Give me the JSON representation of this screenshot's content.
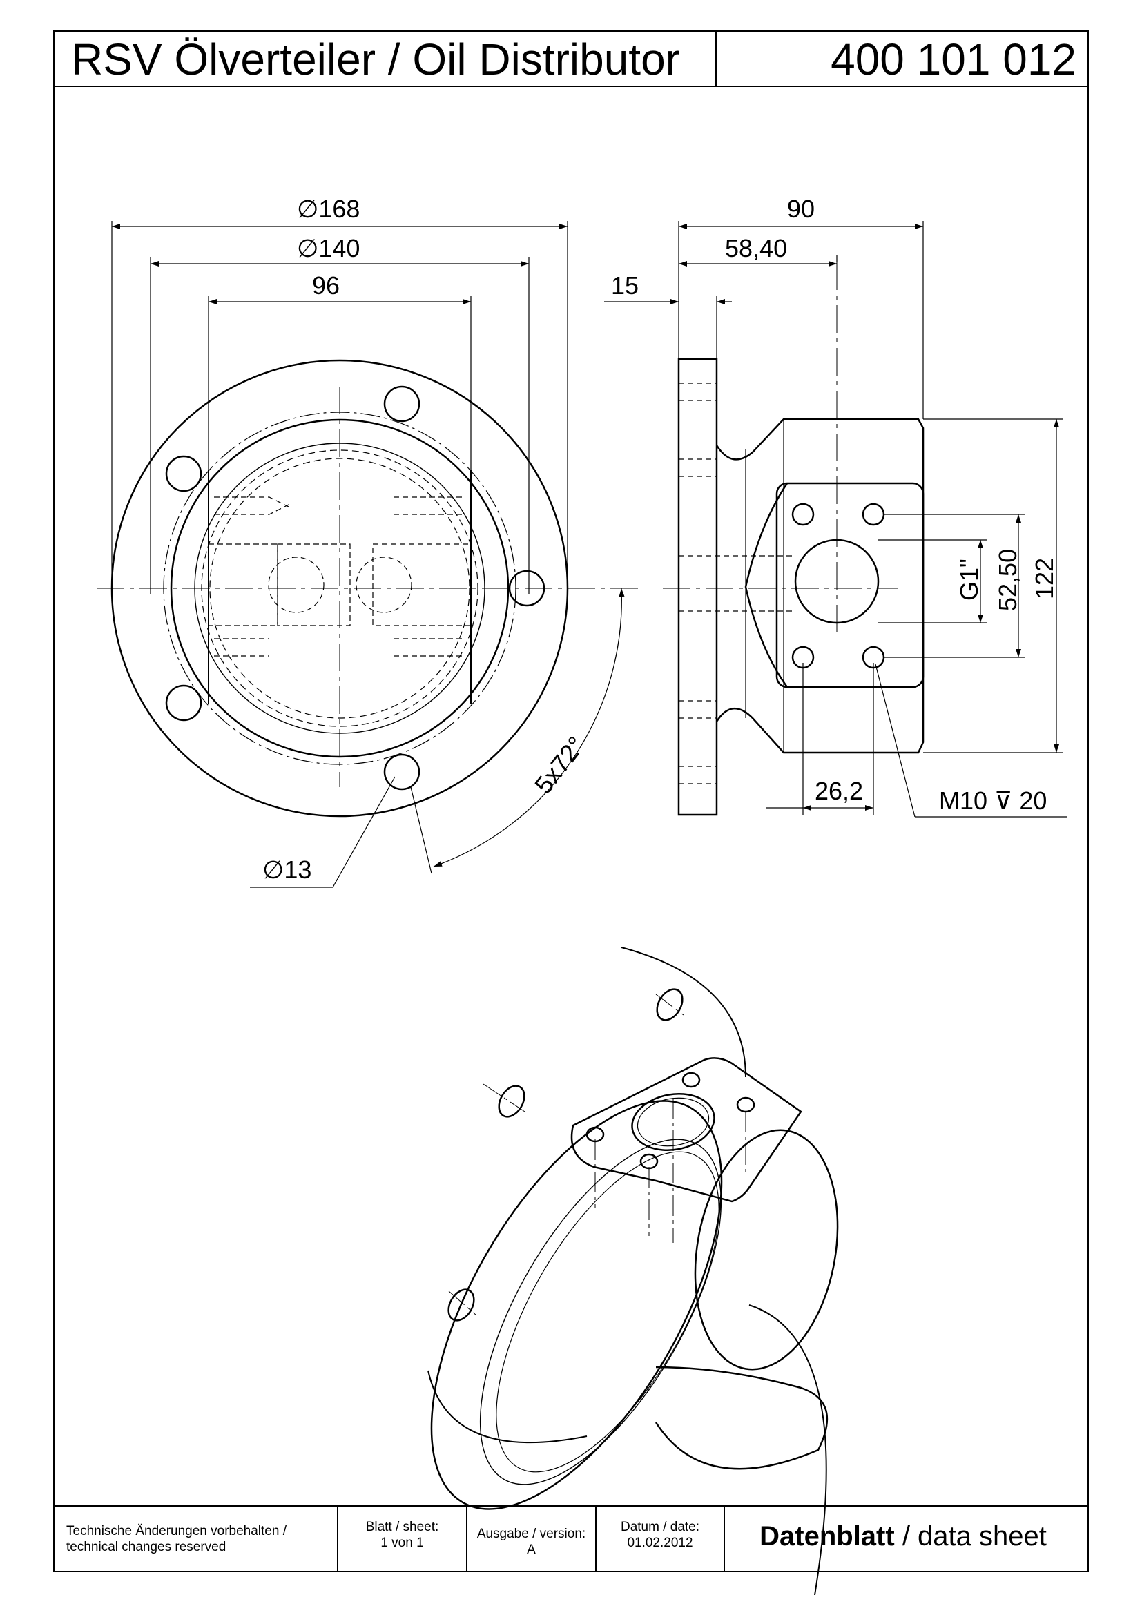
{
  "header": {
    "title": "RSV Ölverteiler / Oil Distributor",
    "part_number": "400 101 012"
  },
  "dimensions": {
    "d168": "∅168",
    "d140": "∅140",
    "w96": "96",
    "w90": "90",
    "w58": "58,40",
    "w15": "15",
    "g1": "G1\"",
    "h52": "52,50",
    "h122": "122",
    "w26": "26,2",
    "m10": "M10 ⊽ 20",
    "angle": "5x72°",
    "d13": "∅13"
  },
  "footer": {
    "note_line1": "Technische Änderungen vorbehalten /",
    "note_line2": "technical changes reserved",
    "sheet_label": "Blatt / sheet:",
    "sheet_value": "1 von 1",
    "version_label": "Ausgabe / version:",
    "version_value": "A",
    "date_label": "Datum / date:",
    "date_value": "01.02.2012",
    "datasheet_bold": "Datenblatt",
    "datasheet_rest": " / data sheet"
  }
}
